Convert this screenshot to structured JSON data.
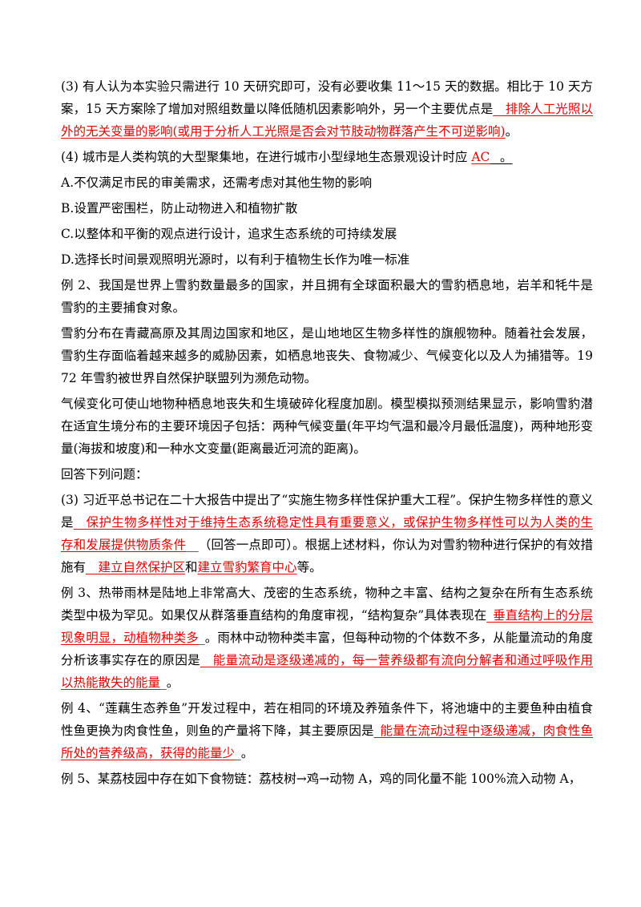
{
  "q3": {
    "pre": "(3) 有人认为本实验只需进行 10 天研究即可，没有必要收集 11～15 天的数据。相比于 10 天方案，15 天方案除了增加对照组数量以降低随机因素影响外，另一个主要优点是",
    "answer": "__排除人工光照以外的无关变量的影响(或用于分析人工光照是否会对节肢动物群落产生不可逆影响)",
    "post": "。"
  },
  "q4": {
    "pre": "(4) 城市是人类构筑的大型聚集地，在进行城市小型绿地生态景观设计时应 ",
    "answer": "AC",
    "post": "_ 。"
  },
  "options": [
    "A.不仅满足市民的审美需求，还需考虑对其他生物的影响",
    "B.设置严密围栏，防止动物进入和植物扩散",
    "C.以整体和平衡的观点进行设计，追求生态系统的可持续发展",
    "D.选择长时间景观照明光源时，以有利于植物生长作为唯一标准"
  ],
  "ex2": {
    "p1": "例 2、我国是世界上雪豹数量最多的国家，并且拥有全球面积最大的雪豹栖息地，岩羊和牦牛是雪豹的主要捕食对象。",
    "p2": "雪豹分布在青藏高原及其周边国家和地区，是山地地区生物多样性的旗舰物种。随着社会发展，雪豹生存面临着越来越多的威胁因素，如栖息地丧失、食物减少、气候变化以及人为捕猎等。1972 年雪豹被世界自然保护联盟列为濒危动物。",
    "p3": "气候变化可使山地物种栖息地丧失和生境破碎化程度加剧。模型模拟预测结果显示，影响雪豹潜在适宜生境分布的主要环境因子包括：两种气候变量(年平均气温和最冷月最低温度)，两种地形变量(海拔和坡度)和一种水文变量(距离最近河流的距离)。",
    "p4": "回答下列问题：",
    "q3_pre": "(3) 习近平总书记在二十大报告中提出了“实施生物多样性保护重大工程”。保护生物多样性的意义是",
    "q3_ans1": "__保护生物多样性对于维持生态系统稳定性具有重要意义，或保护生物多样性可以为人类的生存和发展提供物质条件",
    "q3_mid1": "__（回答一点即可）。根据上述材料，你认为对雪豹物种进行保护的有效措施有",
    "q3_ans2": "__建立自然保护区",
    "q3_mid2": "和",
    "q3_ans3": "建立雪豹繁育中心",
    "q3_post": "等。"
  },
  "ex3": {
    "pre": "例 3、热带雨林是陆地上非常高大、茂密的生态系统，物种之丰富、结构之复杂在所有生态系统类型中极为罕见。如果仅从群落垂直结构的角度审视，“结构复杂”具体表现在",
    "ans1": "_垂直结构上的分层现象明显，动植物种类多",
    "mid": "_。雨林中动物种类丰富，但每种动物的个体数不多，从能量流动的角度分析该事实存在的原因是",
    "ans2": "__能量流动是逐级递减的，每一营养级都有流向分解者和通过呼吸作用以热能散失的能量",
    "post": "_。"
  },
  "ex4": {
    "pre": "例 4、“莲藕生态养鱼”开发过程中，若在相同的环境及养殖条件下，将池塘中的主要鱼种由植食性鱼更换为肉食性鱼，则鱼的产量将下降，其主要原因是",
    "ans": "_能量在流动过程中逐级递减，肉食性鱼所处的营养级高，获得的能量少",
    "post": "_。"
  },
  "ex5": {
    "text": "例 5、某荔枝园中存在如下食物链：荔枝树→鸡→动物 A，鸡的同化量不能 100%流入动物 A，"
  }
}
